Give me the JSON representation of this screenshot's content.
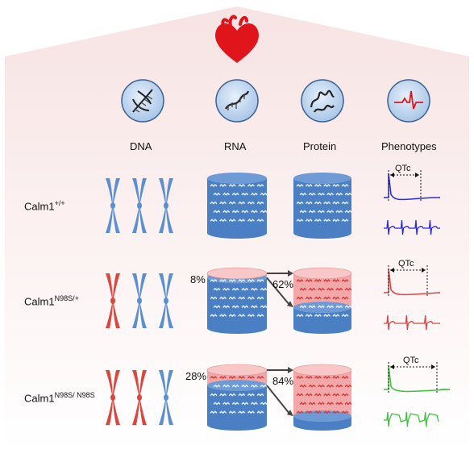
{
  "columns": {
    "dna": "DNA",
    "rna": "RNA",
    "protein": "Protein",
    "phenotypes": "Phenotypes"
  },
  "rows": [
    {
      "base": "Calm1",
      "sup": "+/+",
      "rna_percent": "",
      "protein_percent": "",
      "mutant_chromatids": 0,
      "rna_mutant_fraction": 0,
      "protein_mutant_fraction": 0,
      "color": "#2b2bd9",
      "qtc": "QTc"
    },
    {
      "base": "Calm1",
      "sup": "N98S/+",
      "rna_percent": "8%",
      "protein_percent": "62%",
      "mutant_chromatids": 1,
      "rna_mutant_fraction": 0.08,
      "protein_mutant_fraction": 0.62,
      "color": "#d94545",
      "qtc": "QTc"
    },
    {
      "base": "Calm1",
      "sup": "N98S/ N98S",
      "rna_percent": "28%",
      "protein_percent": "84%",
      "mutant_chromatids": 2,
      "rna_mutant_fraction": 0.28,
      "protein_mutant_fraction": 0.84,
      "color": "#3cc23c",
      "qtc": "QTc"
    }
  ],
  "colors": {
    "chromosome_blue": "#5b8fcf",
    "chromosome_red": "#d9473f",
    "cylinder_blue": "#4a7fc4",
    "cylinder_red": "#f2a8a8",
    "heart": "#e0141b",
    "icon_fill": "#cfe0f5",
    "background_house": "#fbeeee"
  },
  "icons": [
    "heart-icon",
    "dna-helix-icon",
    "rna-strand-icon",
    "protein-icon",
    "ecg-icon"
  ]
}
